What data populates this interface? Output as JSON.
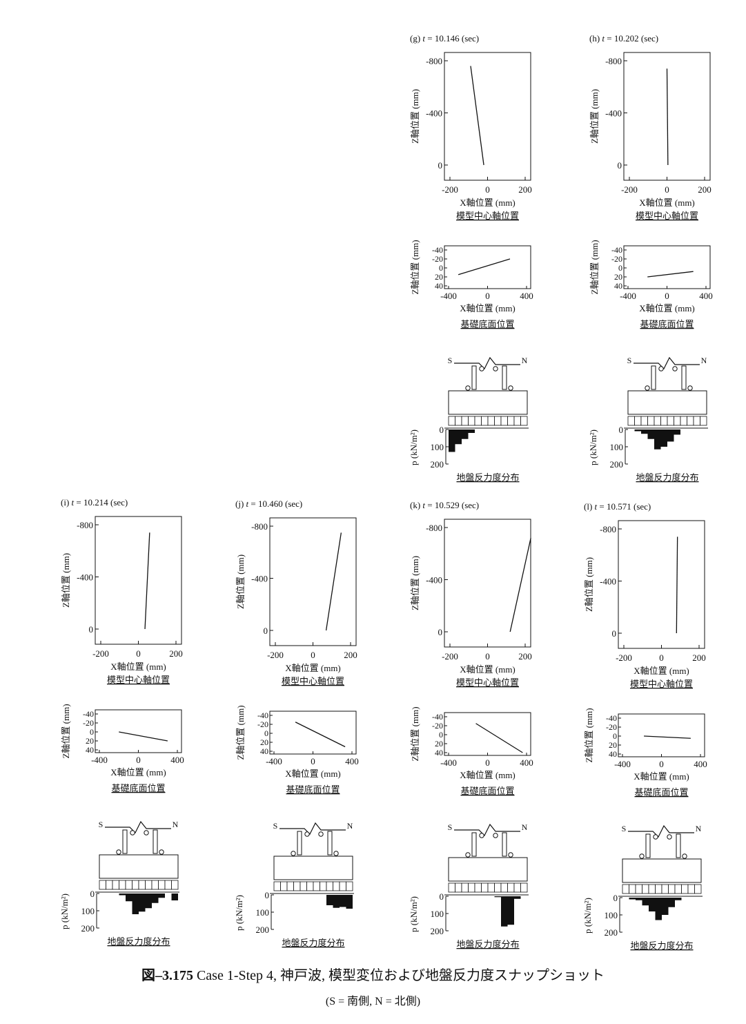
{
  "labels": {
    "z_axis": "Z軸位置 (mm)",
    "x_axis": "X軸位置 (mm)",
    "center_caption": "模型中心軸位置",
    "base_caption": "基礎底面位置",
    "pressure_axis": "p (kN/m²)",
    "pressure_caption": "地盤反力度分布",
    "south": "S",
    "north": "N"
  },
  "caption": {
    "number": "図–3.175",
    "text": " Case 1-Step 4, 神戸波, 模型変位および地盤反力度スナップショット",
    "note": "(S = 南側,  N = 北側)"
  },
  "chart_data": [
    {
      "type": "line",
      "panel": "(g)",
      "time": "10.146 (sec)",
      "center_axis": {
        "x": [
          -20,
          -90
        ],
        "z": [
          0,
          -760
        ],
        "xlim": [
          -200,
          200
        ],
        "ylim": [
          0,
          -800
        ],
        "xticks": [
          "-200",
          "0",
          "200"
        ],
        "yticks": [
          "-800",
          "-400",
          "0"
        ]
      },
      "base_position": {
        "x": [
          -300,
          230
        ],
        "z": [
          15,
          -20
        ],
        "xlim": [
          -400,
          400
        ],
        "ylim": [
          40,
          -40
        ],
        "xticks": [
          "-400",
          "0",
          "400"
        ],
        "yticks": [
          "-40",
          "-20",
          "0",
          "20",
          "40"
        ]
      },
      "pressure": {
        "values": [
          130,
          85,
          55,
          20,
          0,
          0,
          0,
          0,
          0,
          0,
          0,
          0
        ],
        "ylim": [
          0,
          200
        ],
        "yticks": [
          "0",
          "100",
          "200"
        ]
      }
    },
    {
      "type": "line",
      "panel": "(h)",
      "time": "10.202 (sec)",
      "center_axis": {
        "x": [
          5,
          0
        ],
        "z": [
          0,
          -740
        ],
        "xlim": [
          -200,
          200
        ],
        "ylim": [
          0,
          -800
        ],
        "xticks": [
          "-200",
          "0",
          "200"
        ],
        "yticks": [
          "-800",
          "-400",
          "0"
        ]
      },
      "base_position": {
        "x": [
          -200,
          270
        ],
        "z": [
          20,
          8
        ],
        "xlim": [
          -400,
          400
        ],
        "ylim": [
          40,
          -40
        ],
        "xticks": [
          "-400",
          "0",
          "400"
        ],
        "yticks": [
          "-40",
          "-20",
          "0",
          "20",
          "40"
        ]
      },
      "pressure": {
        "values": [
          0,
          10,
          25,
          55,
          115,
          100,
          70,
          30,
          0,
          0,
          0,
          0
        ],
        "ylim": [
          0,
          200
        ],
        "yticks": [
          "0",
          "100",
          "200"
        ]
      }
    },
    {
      "type": "line",
      "panel": "(i)",
      "time": "10.214 (sec)",
      "center_axis": {
        "x": [
          35,
          60
        ],
        "z": [
          0,
          -740
        ],
        "xlim": [
          -200,
          200
        ],
        "ylim": [
          0,
          -800
        ],
        "xticks": [
          "-200",
          "0",
          "200"
        ],
        "yticks": [
          "-800",
          "-400",
          "0"
        ]
      },
      "base_position": {
        "x": [
          -200,
          300
        ],
        "z": [
          0,
          20
        ],
        "xlim": [
          -400,
          400
        ],
        "ylim": [
          40,
          -40
        ],
        "xticks": [
          "-400",
          "0",
          "400"
        ],
        "yticks": [
          "-40",
          "-20",
          "0",
          "20",
          "40"
        ]
      },
      "pressure": {
        "values": [
          0,
          0,
          0,
          10,
          45,
          120,
          105,
          85,
          55,
          25,
          0,
          40
        ],
        "ylim": [
          0,
          200
        ],
        "yticks": [
          "0",
          "100",
          "200"
        ]
      }
    },
    {
      "type": "line",
      "panel": "(j)",
      "time": "10.460 (sec)",
      "center_axis": {
        "x": [
          70,
          150
        ],
        "z": [
          0,
          -750
        ],
        "xlim": [
          -200,
          200
        ],
        "ylim": [
          0,
          -800
        ],
        "xticks": [
          "-200",
          "0",
          "200"
        ],
        "yticks": [
          "-800",
          "-400",
          "0"
        ]
      },
      "base_position": {
        "x": [
          -180,
          330
        ],
        "z": [
          -25,
          30
        ],
        "xlim": [
          -400,
          400
        ],
        "ylim": [
          40,
          -40
        ],
        "xticks": [
          "-400",
          "0",
          "400"
        ],
        "yticks": [
          "-40",
          "-20",
          "0",
          "20",
          "40"
        ]
      },
      "pressure": {
        "values": [
          0,
          0,
          0,
          0,
          0,
          0,
          0,
          0,
          60,
          75,
          70,
          80
        ],
        "ylim": [
          0,
          200
        ],
        "yticks": [
          "0",
          "100",
          "200"
        ]
      }
    },
    {
      "type": "line",
      "panel": "(k)",
      "time": "10.529 (sec)",
      "center_axis": {
        "x": [
          120,
          230
        ],
        "z": [
          0,
          -720
        ],
        "xlim": [
          -200,
          200
        ],
        "ylim": [
          0,
          -800
        ],
        "xticks": [
          "-200",
          "0",
          "200"
        ],
        "yticks": [
          "-800",
          "-400",
          "0"
        ]
      },
      "base_position": {
        "x": [
          -120,
          360
        ],
        "z": [
          -25,
          40
        ],
        "xlim": [
          -400,
          400
        ],
        "ylim": [
          40,
          -40
        ],
        "xticks": [
          "-400",
          "0",
          "400"
        ],
        "yticks": [
          "-40",
          "-20",
          "0",
          "20",
          "40"
        ]
      },
      "pressure": {
        "values": [
          0,
          0,
          0,
          0,
          0,
          0,
          0,
          5,
          175,
          165,
          15,
          0
        ],
        "ylim": [
          0,
          200
        ],
        "yticks": [
          "0",
          "100",
          "200"
        ]
      }
    },
    {
      "type": "line",
      "panel": "(l)",
      "time": "10.571 (sec)",
      "center_axis": {
        "x": [
          80,
          85
        ],
        "z": [
          0,
          -740
        ],
        "xlim": [
          -200,
          200
        ],
        "ylim": [
          0,
          -800
        ],
        "xticks": [
          "-200",
          "0",
          "200"
        ],
        "yticks": [
          "-800",
          "-400",
          "0"
        ]
      },
      "base_position": {
        "x": [
          -180,
          300
        ],
        "z": [
          0,
          5
        ],
        "xlim": [
          -400,
          400
        ],
        "ylim": [
          40,
          -40
        ],
        "xticks": [
          "-400",
          "0",
          "400"
        ],
        "yticks": [
          "-40",
          "-20",
          "0",
          "20",
          "40"
        ]
      },
      "pressure": {
        "values": [
          0,
          10,
          15,
          45,
          80,
          130,
          100,
          55,
          15,
          0,
          0,
          0
        ],
        "ylim": [
          0,
          200
        ],
        "yticks": [
          "0",
          "100",
          "200"
        ]
      }
    }
  ]
}
